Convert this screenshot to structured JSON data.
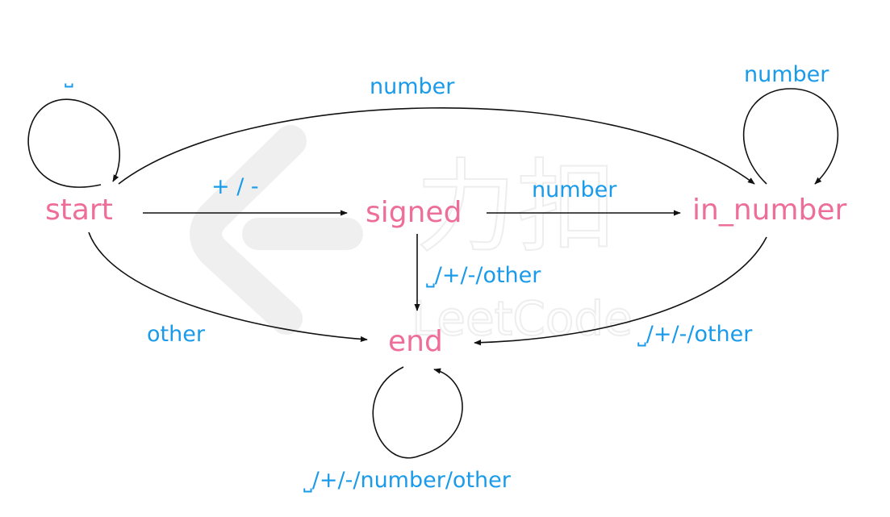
{
  "colors": {
    "state": "#ee6e9a",
    "label": "#1a9bea",
    "edge": "#111111",
    "watermark": "#eeeeee"
  },
  "watermark": {
    "text_cn": "力扣",
    "text_en": "LeetCode"
  },
  "states": {
    "start": "start",
    "signed": "signed",
    "in_number": "in_number",
    "end": "end"
  },
  "transitions": {
    "start_self": "⎵",
    "start_to_in_number": "number",
    "start_to_signed": "+ / -",
    "start_to_end": "other",
    "signed_to_in_number": "number",
    "signed_to_end": "⎵/+/-/other",
    "in_number_self": "number",
    "in_number_to_end": "⎵/+/-/other",
    "end_self": "⎵/+/-/number/other"
  }
}
